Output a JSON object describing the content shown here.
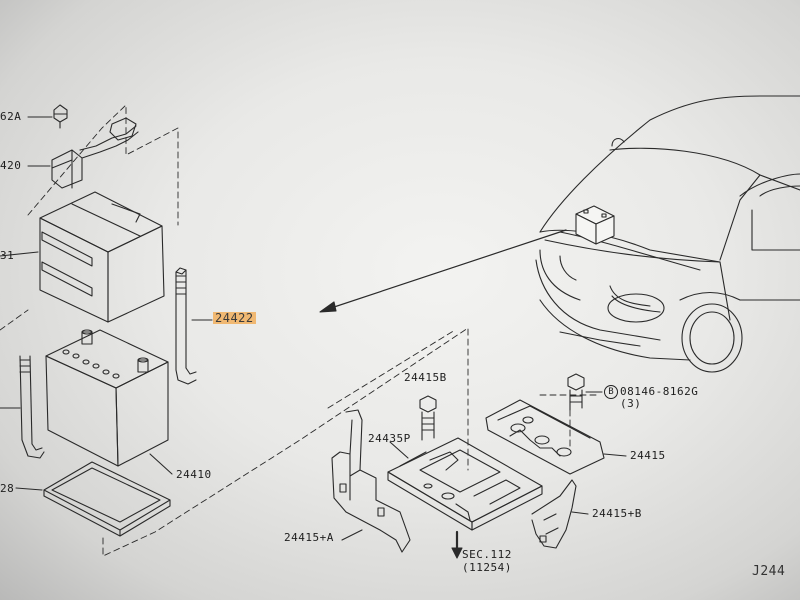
{
  "labels": {
    "part_62a": "62A",
    "part_420": "420",
    "part_31": "31",
    "part_24422": "24422",
    "part_24410": "24410",
    "part_28": "28",
    "part_24415b": "24415B",
    "part_24435p": "24435P",
    "part_24415a": "24415+A",
    "part_24415": "24415",
    "part_24415plusb": "24415+B",
    "bolt_marker": "B",
    "bolt_code": "08146-8162G",
    "bolt_qty": "(3)",
    "sec_ref_line1": "SEC.112",
    "sec_ref_line2": "(11254)",
    "drawing_code": "J244"
  },
  "colors": {
    "line": "#2a2a2a",
    "highlight": "#f0b872",
    "paper": "#efefed"
  }
}
